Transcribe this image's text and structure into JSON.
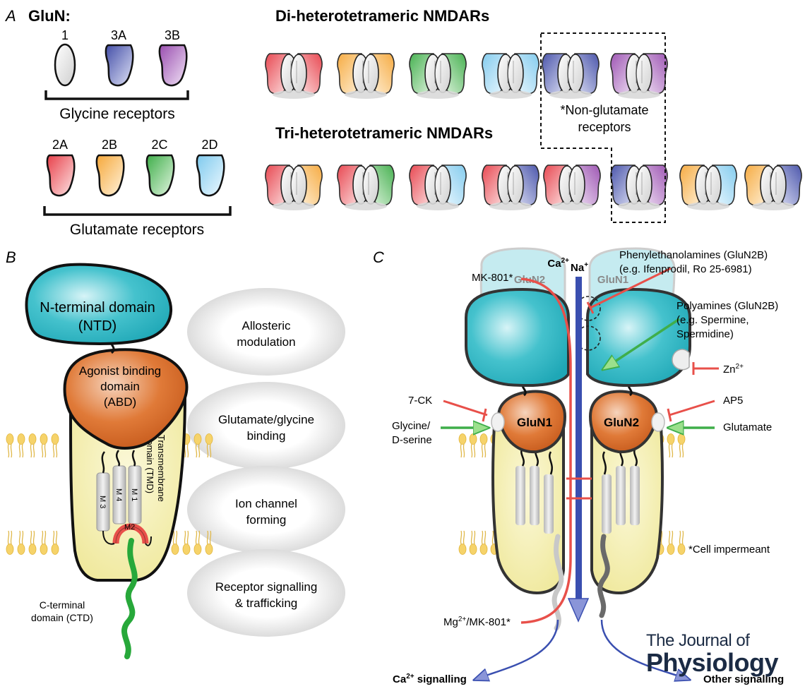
{
  "colors": {
    "glun1": "#f4f4f4",
    "glun2a": "#e8404a",
    "glun2b": "#f7b040",
    "glun2c": "#3fae4a",
    "glun2d": "#7fcaee",
    "glun3a": "#4a55b0",
    "glun3b": "#9a4fb0",
    "ntd": "#37bcc8",
    "abd": "#d8692a",
    "tmd": "#f5f0b0",
    "inhibitor": "#e8504a",
    "activator": "#3fae4a",
    "channel": "#3a4fb0"
  },
  "panelA": {
    "letter": "A",
    "glun_heading": "GluN:",
    "glycine_subunits": [
      "1",
      "3A",
      "3B"
    ],
    "glycine_label": "Glycine receptors",
    "glutamate_subunits": [
      "2A",
      "2B",
      "2C",
      "2D"
    ],
    "glutamate_label": "Glutamate receptors",
    "di_title": "Di-heterotetrameric NMDARs",
    "tri_title": "Tri-heterotetrameric NMDARs",
    "non_glutamate_line1": "*Non-glutamate",
    "non_glutamate_line2": "receptors"
  },
  "panelB": {
    "letter": "B",
    "ntd_line1": "N-terminal domain",
    "ntd_line2": "(NTD)",
    "abd_line1": "Agonist binding",
    "abd_line2": "domain",
    "abd_line3": "(ABD)",
    "tmd_line1": "Transmembrane",
    "tmd_line2": "domain (TMD)",
    "helix_m3": "M 3",
    "helix_m4": "M 4",
    "helix_m1": "M 1",
    "helix_m2": "M2",
    "ctd_line1": "C-terminal",
    "ctd_line2": "domain (CTD)",
    "functions": [
      [
        "Allosteric",
        "modulation"
      ],
      [
        "Glutamate/glycine",
        "binding"
      ],
      [
        "Ion channel",
        "forming"
      ],
      [
        "Receptor signalling",
        "& trafficking"
      ]
    ]
  },
  "panelC": {
    "letter": "C",
    "ca": "Ca",
    "ca_sup": "2+",
    "na": "Na",
    "na_sup": "+",
    "glun2_top": "GluN2",
    "glun1_top": "GluN1",
    "abd_left": "GluN1",
    "abd_right": "GluN2",
    "mk801": "MK-801*",
    "phenyl_line1": "Phenylethanolamines (GluN2B)",
    "phenyl_line2": "(e.g. Ifenprodil, Ro 25-6981)",
    "poly_line1": "Polyamines (GluN2B)",
    "poly_line2": "(e.g. Spermine,",
    "poly_line3": "Spermidine)",
    "zn": "Zn",
    "zn_sup": "2+",
    "seven_ck": "7-CK",
    "glycine_line1": "Glycine/",
    "glycine_line2": "D-serine",
    "ap5": "AP5",
    "glutamate": "Glutamate",
    "impermeant": "*Cell impermeant",
    "mg_pre": "Mg",
    "mg_sup": "2+",
    "mg_post": "/MK-801*",
    "ca_sig_pre": "Ca",
    "ca_sig_sup": "2+",
    "ca_sig_post": " signalling",
    "other_sig": "Other signalling"
  },
  "journal": {
    "line1": "The Journal of",
    "line2": "Physiology"
  }
}
